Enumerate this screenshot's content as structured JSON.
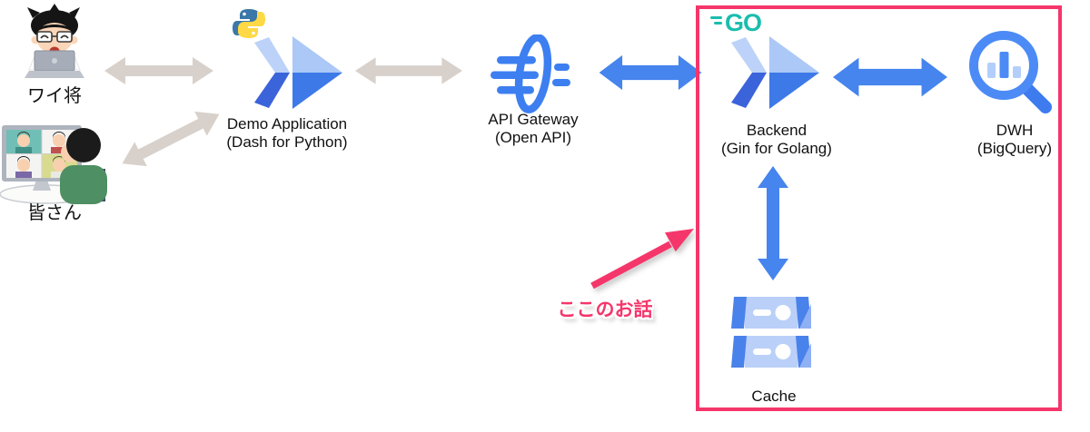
{
  "nodes": {
    "user": {
      "label": "ワイ将"
    },
    "audience": {
      "label": "皆さん"
    },
    "demo_app": {
      "name": "Demo Application",
      "subtitle": "(Dash for Python)"
    },
    "api_gateway": {
      "name": "API Gateway",
      "subtitle": "(Open API)"
    },
    "backend": {
      "name": "Backend",
      "subtitle": "(Gin for Golang)"
    },
    "dwh": {
      "name": "DWH",
      "subtitle": "(BigQuery)"
    },
    "cache": {
      "name": "Cache"
    }
  },
  "badges": {
    "go_label": "GO"
  },
  "annotation": {
    "label": "ここのお話"
  },
  "icons": {
    "python-icon": "python two-tone snake logo",
    "go-icon": "Go language wordmark with speed lines",
    "demo-app-icon": "blue double-chevron app icon",
    "backend-icon": "blue double-chevron app icon",
    "api-gateway-icon": "ellipse ring with horizontal bars",
    "bigquery-icon": "magnifier with bar chart",
    "cache-icon": "two stacked server units",
    "user-icon": "person with glasses at laptop",
    "audience-icon": "person watching group video call monitor"
  },
  "colors": {
    "highlight_pink": "#F5366B",
    "arrow_blue": "#4684EE",
    "arrow_gray": "#D8D1CB",
    "go_teal": "#1ABDAD",
    "chevron_light": "#ABC8F7",
    "chevron_dark": "#3E79E8",
    "python_blue": "#3B77A8",
    "python_yellow": "#FFD845"
  }
}
